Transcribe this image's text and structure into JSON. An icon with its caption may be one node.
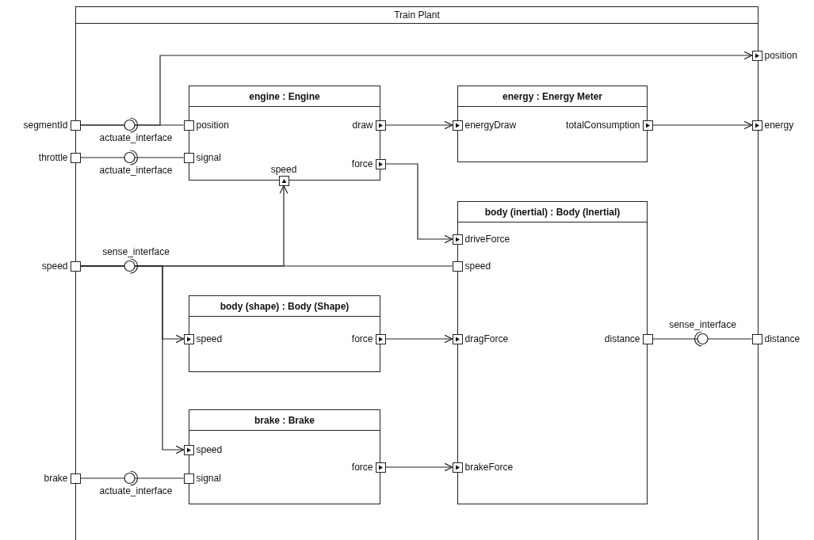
{
  "diagram": {
    "nodes": [
      {
        "text": [
          "Train Plant"
        ]
      },
      {
        "text": [
          "engine : Engine"
        ],
        "in": 0
      },
      {
        "text": [
          "energy : Energy Meter"
        ],
        "in": 0
      },
      {
        "text": [
          "body (inertial) : Body (Inertial)"
        ],
        "in": 0
      },
      {
        "text": [
          "body (shape) : Body (Shape)"
        ],
        "in": 0
      },
      {
        "text": [
          "brake : Brake"
        ],
        "in": 0
      },
      {
        "text": [],
        "shape": "box",
        "beside": [
          "segmentId"
        ]
      },
      {
        "text": [],
        "shape": "box",
        "beside": [
          "throttle"
        ]
      },
      {
        "text": [],
        "shape": "box",
        "beside": [
          "speed"
        ]
      },
      {
        "text": [],
        "shape": "box",
        "beside": [
          "brake"
        ]
      },
      {
        "text": [],
        "shape": "triangle",
        "beside": [
          "position"
        ]
      },
      {
        "text": [],
        "shape": "triangle",
        "beside": [
          "energy"
        ]
      },
      {
        "text": [],
        "shape": "box",
        "beside": [
          "distance"
        ]
      },
      {
        "text": [],
        "shape": "box",
        "beside": [
          "position"
        ],
        "in": 0
      },
      {
        "text": [],
        "shape": "box",
        "beside": [
          "signal"
        ],
        "in": 0
      },
      {
        "text": [],
        "shape": "triangle",
        "beside": [
          "draw"
        ],
        "in": 0
      },
      {
        "text": [],
        "shape": "triangle",
        "beside": [
          "force"
        ],
        "in": 0
      },
      {
        "text": [],
        "shape": "triangle",
        "beside": [
          "speed"
        ],
        "in": 0
      },
      {
        "text": [],
        "shape": "triangle",
        "beside": [
          "energyDraw"
        ],
        "in": 0
      },
      {
        "text": [],
        "shape": "triangle",
        "beside": [
          "totalConsumption"
        ],
        "in": 0
      },
      {
        "text": [],
        "shape": "triangle",
        "beside": [
          "driveForce"
        ],
        "in": 0
      },
      {
        "text": [],
        "shape": "box",
        "beside": [
          "speed"
        ],
        "in": 0
      },
      {
        "text": [],
        "shape": "triangle",
        "beside": [
          "dragForce"
        ],
        "in": 0
      },
      {
        "text": [],
        "shape": "triangle",
        "beside": [
          "brakeForce"
        ],
        "in": 0
      },
      {
        "text": [],
        "shape": "box",
        "beside": [
          "distance"
        ],
        "in": 0
      },
      {
        "text": [],
        "shape": "triangle",
        "beside": [
          "speed"
        ],
        "in": 0
      },
      {
        "text": [],
        "shape": "triangle",
        "beside": [
          "force"
        ],
        "in": 0
      },
      {
        "text": [],
        "shape": "triangle",
        "beside": [
          "speed"
        ],
        "in": 0
      },
      {
        "text": [],
        "shape": "box",
        "beside": [
          "signal"
        ],
        "in": 0
      },
      {
        "text": [],
        "shape": "triangle",
        "beside": [
          "force"
        ],
        "in": 0
      }
    ],
    "edges": [
      {
        "from": 6,
        "to": 13,
        "arrow": "none",
        "label": "actuate_interface"
      },
      {
        "from": 6,
        "to": 10,
        "arrow": "to"
      },
      {
        "from": 7,
        "to": 14,
        "arrow": "none",
        "label": "actuate_interface"
      },
      {
        "from": 8,
        "to": 21,
        "arrow": "none",
        "label": "sense_interface"
      },
      {
        "from": 8,
        "to": 17,
        "arrow": "to"
      },
      {
        "from": 8,
        "to": 25,
        "arrow": "to"
      },
      {
        "from": 8,
        "to": 27,
        "arrow": "to"
      },
      {
        "from": 9,
        "to": 28,
        "arrow": "none",
        "label": "actuate_interface"
      },
      {
        "from": 15,
        "to": 18,
        "arrow": "to"
      },
      {
        "from": 16,
        "to": 20,
        "arrow": "to"
      },
      {
        "from": 19,
        "to": 11,
        "arrow": "to"
      },
      {
        "from": 26,
        "to": 22,
        "arrow": "to"
      },
      {
        "from": 29,
        "to": 23,
        "arrow": "to"
      },
      {
        "from": 12,
        "to": 24,
        "arrow": "none",
        "label": "sense_interface"
      }
    ]
  }
}
